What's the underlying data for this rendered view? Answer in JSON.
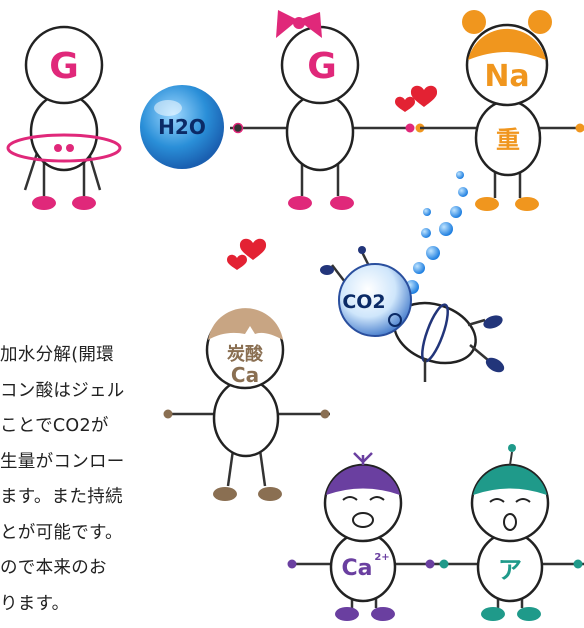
{
  "characters": {
    "glucose_left": {
      "label": "G"
    },
    "glucose_bow": {
      "label": "G"
    },
    "water": {
      "label": "H2O"
    },
    "sodium": {
      "label": "Na",
      "body_label": "重"
    },
    "co2": {
      "label": "CO2"
    },
    "calcium_carbonate": {
      "label_line1": "炭酸",
      "label_line2": "Ca"
    },
    "calcium_ion": {
      "label": "Ca",
      "charge": "2+"
    },
    "a_character": {
      "label": "ア"
    }
  },
  "body_text": [
    "加水分解(開環",
    "コン酸はジェル",
    "ことでCO2が",
    "生量がコンロー",
    "ます。また持続",
    "とが可能です。",
    "ので本来のお",
    "ります。"
  ],
  "colors": {
    "glucose": "#e0287a",
    "sodium": "#f0961e",
    "water": "#2a8fd8",
    "calcium": "#6a3fa0",
    "a_char": "#1f9a8a",
    "heart": "#e32233",
    "bubble": "#2b8fe0",
    "limb": "#222222"
  }
}
